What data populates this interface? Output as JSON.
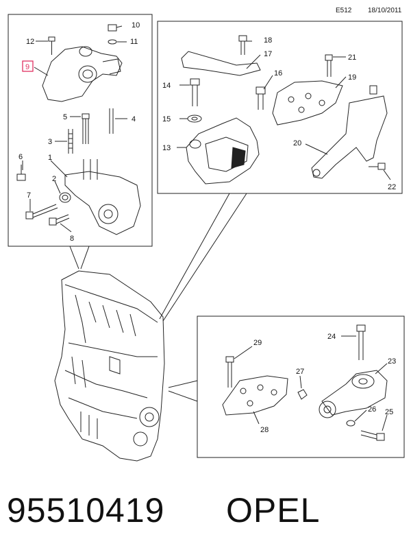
{
  "header": {
    "code": "E512",
    "date": "18/10/2011"
  },
  "highlight_color": "#e03060",
  "callouts": {
    "c1": "1",
    "c2": "2",
    "c3": "3",
    "c4": "4",
    "c5": "5",
    "c6": "6",
    "c7": "7",
    "c8": "8",
    "c9": "9",
    "c10": "10",
    "c11": "11",
    "c12": "12",
    "c13": "13",
    "c14": "14",
    "c15": "15",
    "c16": "16",
    "c17": "17",
    "c18": "18",
    "c19": "19",
    "c20": "20",
    "c21": "21",
    "c22": "22",
    "c23": "23",
    "c24": "24",
    "c25": "25",
    "c26": "26",
    "c27": "27",
    "c28": "28",
    "c29": "29"
  },
  "caption": {
    "part_number": "95510419",
    "brand": "OPEL"
  }
}
